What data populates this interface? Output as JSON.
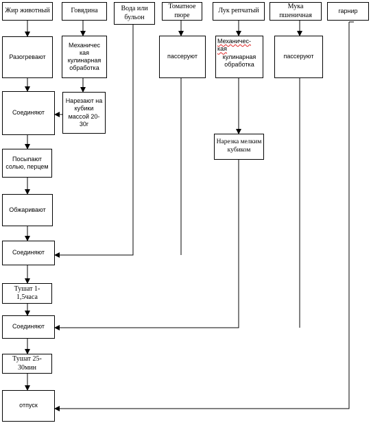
{
  "ingredients": {
    "fat": "Жир животный",
    "beef": "Говядина",
    "water": "Вода или бульон",
    "tomato": "Томатное пюре",
    "onion": "Лук репчатый",
    "flour": "Мука пшеничная",
    "garnish": "гарнир"
  },
  "steps": {
    "heat": "Разогревают",
    "beef_processing": "Механичес кая кулинарная обработка",
    "beef_cut": "Нарезают на кубики массой 20-30г",
    "combine_1": "Соединяют",
    "salt": "Посыпают солью, перцем",
    "fry": "Обжаривают",
    "combine_2": "Соединяют",
    "stew_1": "Тушат 1-1,5часа",
    "combine_3": "Соединяют",
    "stew_2": "Тушат 25-30мин",
    "serve": "отпуск",
    "tomato_saute": "пассеруют",
    "onion_processing_a": "Механичес-",
    "onion_processing_b": "кая",
    "onion_processing_c": "кулинарная обработка",
    "onion_cut": "Нарезка мелким кубиком",
    "flour_saute": "пассеруют"
  }
}
